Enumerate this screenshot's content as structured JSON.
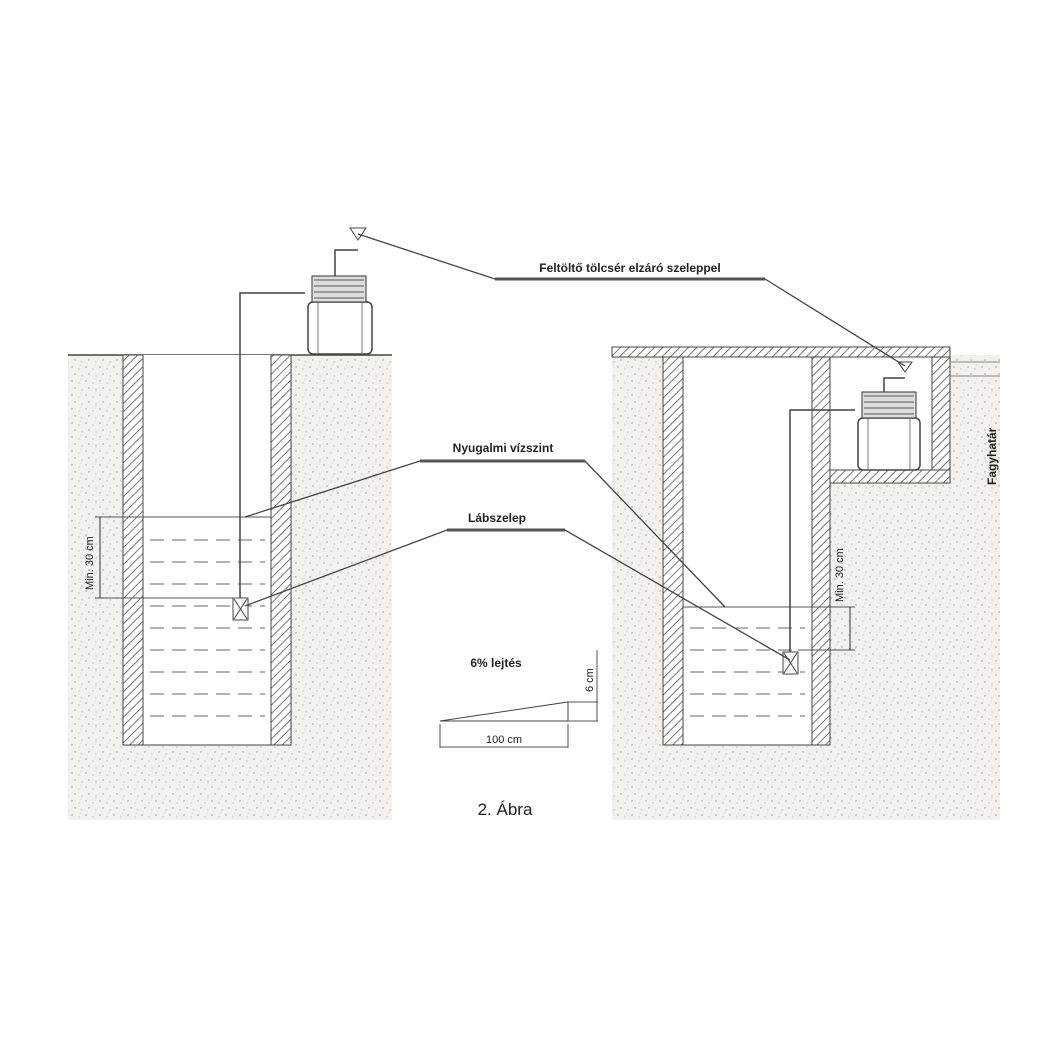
{
  "labels": {
    "funnel": "Feltöltő tölcsér elzáró szeleppel",
    "static_level": "Nyugalmi vízszint",
    "foot_valve": "Lábszelep",
    "frost_line": "Fagyhatár",
    "min_left": "Min. 30 cm",
    "min_right": "Min. 30 cm",
    "slope": "6% lejtés",
    "slope_len": "100 cm",
    "slope_rise": "6 cm",
    "caption": "2. Ábra"
  }
}
